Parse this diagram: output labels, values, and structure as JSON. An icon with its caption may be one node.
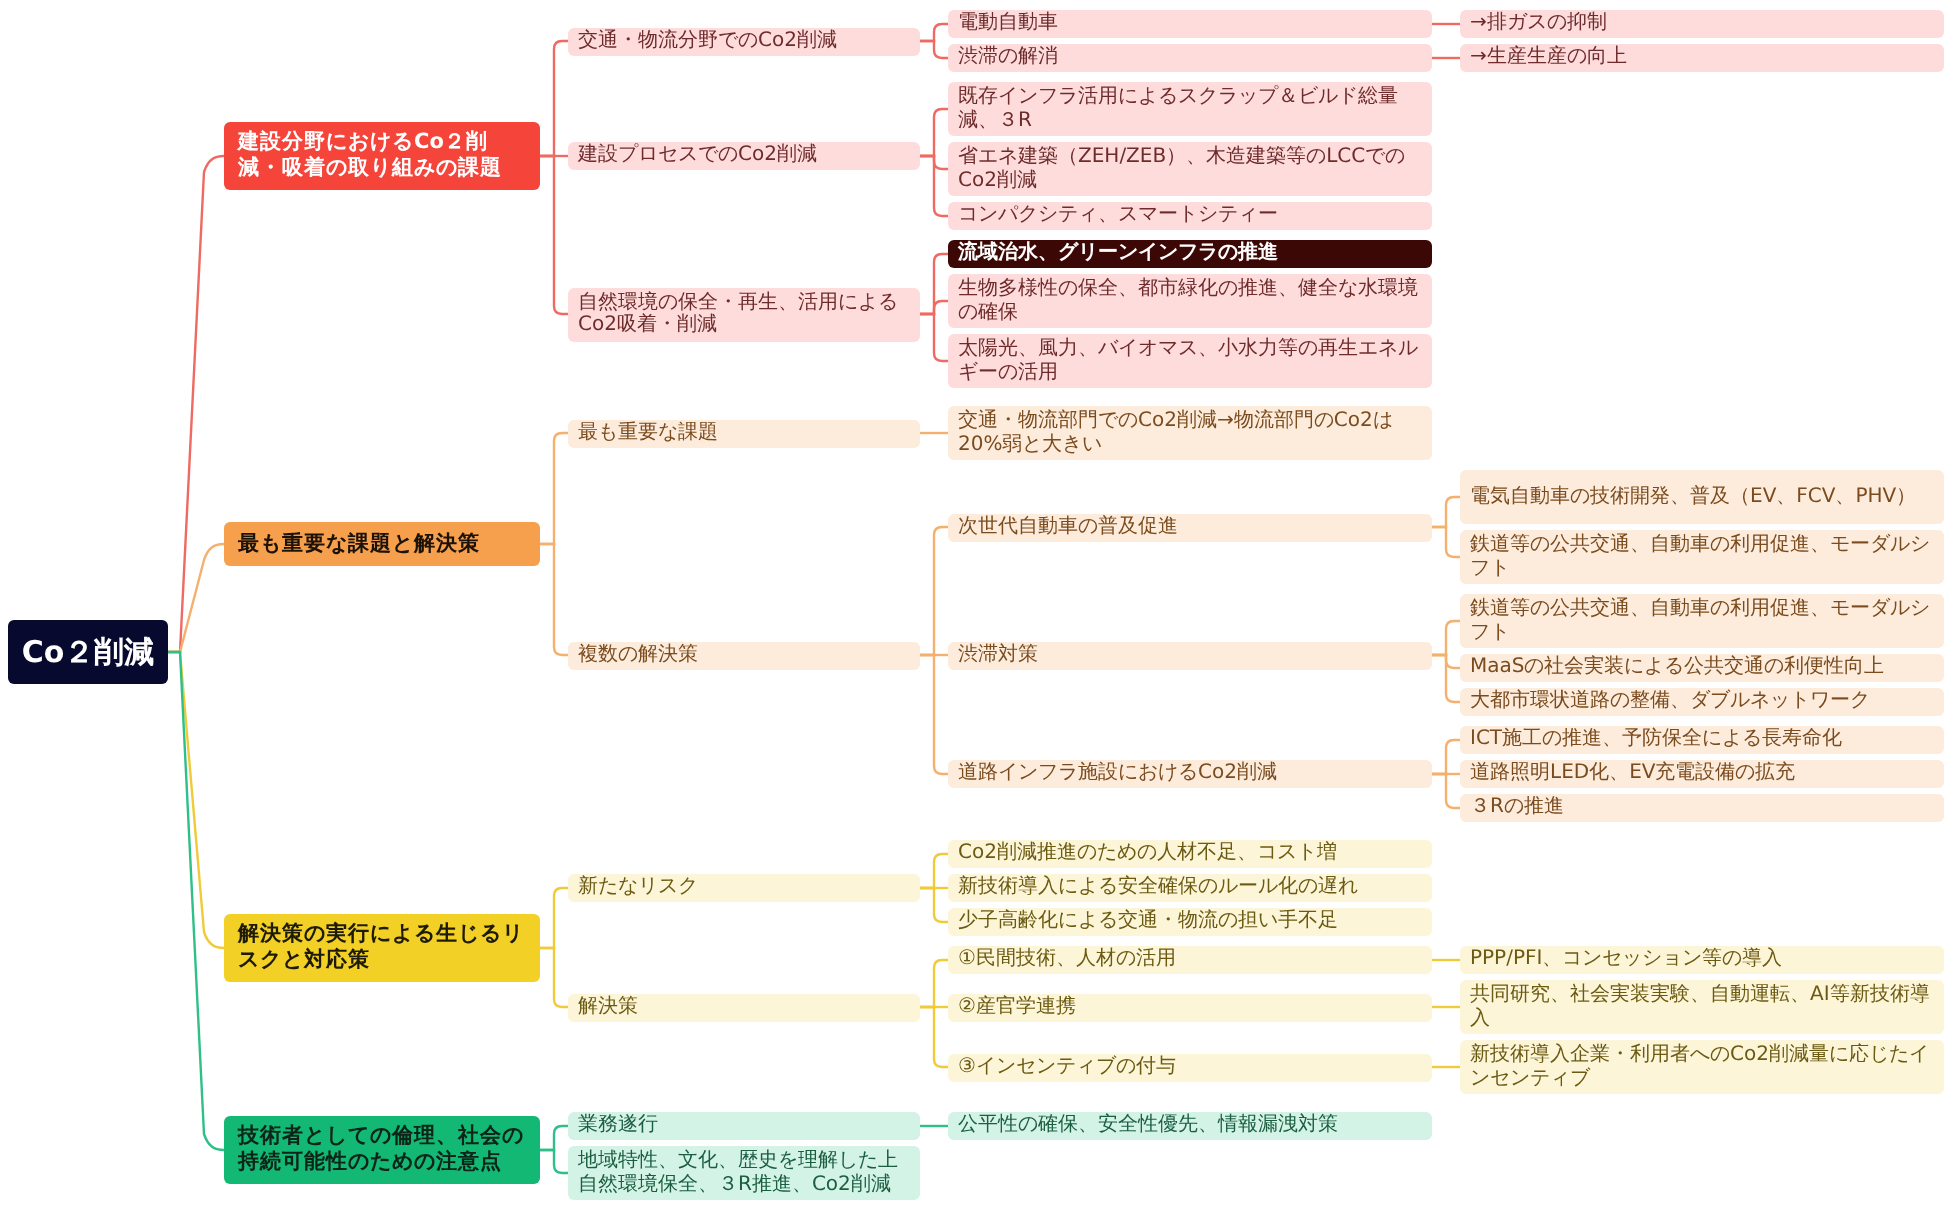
{
  "diagram": {
    "nodes": [
      {
        "text": [
          "Co２削減"
        ]
      },
      {
        "text": [
          "建設分野におけるCo２削減・吸着の取り組みの課題"
        ]
      },
      {
        "text": [
          "交通・物流分野でのCo2削減"
        ]
      },
      {
        "text": [
          "電動自動車"
        ]
      },
      {
        "text": [
          "→排ガスの抑制"
        ]
      },
      {
        "text": [
          "渋滞の解消"
        ]
      },
      {
        "text": [
          "→生産生産の向上"
        ]
      },
      {
        "text": [
          "建設プロセスでのCo2削減"
        ]
      },
      {
        "text": [
          "既存インフラ活用によるスクラップ＆ビルド総量減、３R"
        ]
      },
      {
        "text": [
          "省エネ建築（ZEH/ZEB）、木造建築等のLCCでのCo2削減"
        ]
      },
      {
        "text": [
          "コンパクシティ、スマートシティー"
        ]
      },
      {
        "text": [
          "自然環境の保全・再生、活用によるCo2吸着・削減"
        ]
      },
      {
        "text": [
          "流域治水、グリーンインフラの推進"
        ]
      },
      {
        "text": [
          "生物多様性の保全、都市緑化の推進、健全な水環境の確保"
        ]
      },
      {
        "text": [
          "太陽光、風力、バイオマス、小水力等の再生エネルギーの活用"
        ]
      },
      {
        "text": [
          "最も重要な課題と解決策"
        ]
      },
      {
        "text": [
          "最も重要な課題"
        ]
      },
      {
        "text": [
          "交通・物流部門でのCo2削減→物流部門のCo2は20%弱と大きい"
        ]
      },
      {
        "text": [
          "複数の解決策"
        ]
      },
      {
        "text": [
          "次世代自動車の普及促進"
        ]
      },
      {
        "text": [
          "電気自動車の技術開発、普及（EV、FCV、PHV）"
        ]
      },
      {
        "text": [
          "鉄道等の公共交通、自動車の利用促進、モーダルシフト"
        ]
      },
      {
        "text": [
          "渋滞対策"
        ]
      },
      {
        "text": [
          "鉄道等の公共交通、自動車の利用促進、モーダルシフト"
        ]
      },
      {
        "text": [
          "MaaSの社会実装による公共交通の利便性向上"
        ]
      },
      {
        "text": [
          "大都市環状道路の整備、ダブルネットワーク"
        ]
      },
      {
        "text": [
          "道路インフラ施設におけるCo2削減"
        ]
      },
      {
        "text": [
          "ICT施工の推進、予防保全による長寿命化"
        ]
      },
      {
        "text": [
          "道路照明LED化、EV充電設備の拡充"
        ]
      },
      {
        "text": [
          "３Rの推進"
        ]
      },
      {
        "text": [
          "解決策の実行による生じるリスクと対応策"
        ]
      },
      {
        "text": [
          "新たなリスク"
        ]
      },
      {
        "text": [
          "Co2削減推進のための人材不足、コスト増"
        ]
      },
      {
        "text": [
          "新技術導入による安全確保のルール化の遅れ"
        ]
      },
      {
        "text": [
          "少子高齢化による交通・物流の担い手不足"
        ]
      },
      {
        "text": [
          "解決策"
        ]
      },
      {
        "text": [
          "①民間技術、人材の活用"
        ]
      },
      {
        "text": [
          "PPP/PFI、コンセッション等の導入"
        ]
      },
      {
        "text": [
          "②産官学連携"
        ]
      },
      {
        "text": [
          "共同研究、社会実装実験、自動運転、AI等新技術導入"
        ]
      },
      {
        "text": [
          "③インセンティブの付与"
        ]
      },
      {
        "text": [
          "新技術導入企業・利用者へのCo2削減量に応じたインセンティブ"
        ]
      },
      {
        "text": [
          "技術者としての倫理、社会の持続可能性のための注意点"
        ]
      },
      {
        "text": [
          "業務遂行"
        ]
      },
      {
        "text": [
          "公平性の確保、安全性優先、情報漏洩対策"
        ]
      },
      {
        "text": [
          "地域特性、文化、歴史を理解した上自然環境保全、３R推進、Co2削減"
        ]
      }
    ],
    "edges": [
      {
        "from": 0,
        "to": 1,
        "arrow": "none",
        "color": "#ee6a62"
      },
      {
        "from": 1,
        "to": 2,
        "arrow": "none",
        "color": "#ee6a62"
      },
      {
        "from": 2,
        "to": 3,
        "arrow": "none",
        "color": "#ee6a62"
      },
      {
        "from": 3,
        "to": 4,
        "arrow": "none",
        "color": "#ee6a62"
      },
      {
        "from": 2,
        "to": 5,
        "arrow": "none",
        "color": "#ee6a62"
      },
      {
        "from": 5,
        "to": 6,
        "arrow": "none",
        "color": "#ee6a62"
      },
      {
        "from": 1,
        "to": 7,
        "arrow": "none",
        "color": "#ee6a62"
      },
      {
        "from": 7,
        "to": 8,
        "arrow": "none",
        "color": "#ee6a62"
      },
      {
        "from": 7,
        "to": 9,
        "arrow": "none",
        "color": "#ee6a62"
      },
      {
        "from": 7,
        "to": 10,
        "arrow": "none",
        "color": "#ee6a62"
      },
      {
        "from": 1,
        "to": 11,
        "arrow": "none",
        "color": "#ee6a62"
      },
      {
        "from": 11,
        "to": 12,
        "arrow": "none",
        "color": "#ee6a62"
      },
      {
        "from": 11,
        "to": 13,
        "arrow": "none",
        "color": "#ee6a62"
      },
      {
        "from": 11,
        "to": 14,
        "arrow": "none",
        "color": "#ee6a62"
      },
      {
        "from": 0,
        "to": 15,
        "arrow": "none"
      },
      {
        "from": 15,
        "to": 16,
        "arrow": "none"
      },
      {
        "from": 16,
        "to": 17,
        "arrow": "none"
      },
      {
        "from": 15,
        "to": 18,
        "arrow": "none"
      },
      {
        "from": 18,
        "to": 19,
        "arrow": "none"
      },
      {
        "from": 19,
        "to": 20,
        "arrow": "none"
      },
      {
        "from": 19,
        "to": 21,
        "arrow": "none"
      },
      {
        "from": 18,
        "to": 22,
        "arrow": "none"
      },
      {
        "from": 22,
        "to": 23,
        "arrow": "none"
      },
      {
        "from": 22,
        "to": 24,
        "arrow": "none"
      },
      {
        "from": 22,
        "to": 25,
        "arrow": "none"
      },
      {
        "from": 18,
        "to": 26,
        "arrow": "none"
      },
      {
        "from": 26,
        "to": 27,
        "arrow": "none"
      },
      {
        "from": 26,
        "to": 28,
        "arrow": "none"
      },
      {
        "from": 26,
        "to": 29,
        "arrow": "none"
      },
      {
        "from": 0,
        "to": 30,
        "arrow": "none",
        "color": "#efcb3a"
      },
      {
        "from": 30,
        "to": 31,
        "arrow": "none",
        "color": "#efcb3a"
      },
      {
        "from": 31,
        "to": 32,
        "arrow": "none",
        "color": "#efcb3a"
      },
      {
        "from": 31,
        "to": 33,
        "arrow": "none",
        "color": "#efcb3a"
      },
      {
        "from": 31,
        "to": 34,
        "arrow": "none",
        "color": "#efcb3a"
      },
      {
        "from": 30,
        "to": 35,
        "arrow": "none",
        "color": "#efcb3a"
      },
      {
        "from": 35,
        "to": 36,
        "arrow": "none",
        "color": "#efcb3a"
      },
      {
        "from": 36,
        "to": 37,
        "arrow": "none",
        "color": "#efcb3a"
      },
      {
        "from": 35,
        "to": 38,
        "arrow": "none",
        "color": "#efcb3a"
      },
      {
        "from": 38,
        "to": 39,
        "arrow": "none",
        "color": "#efcb3a"
      },
      {
        "from": 35,
        "to": 40,
        "arrow": "none",
        "color": "#efcb3a"
      },
      {
        "from": 40,
        "to": 41,
        "arrow": "none",
        "color": "#efcb3a"
      },
      {
        "from": 0,
        "to": 42,
        "arrow": "none",
        "color": "#2fbf88"
      },
      {
        "from": 42,
        "to": 43,
        "arrow": "none",
        "color": "#2fbf88"
      },
      {
        "from": 43,
        "to": 44,
        "arrow": "none",
        "color": "#2fbf88"
      },
      {
        "from": 42,
        "to": 45,
        "arrow": "none",
        "color": "#2fbf88"
      }
    ]
  }
}
